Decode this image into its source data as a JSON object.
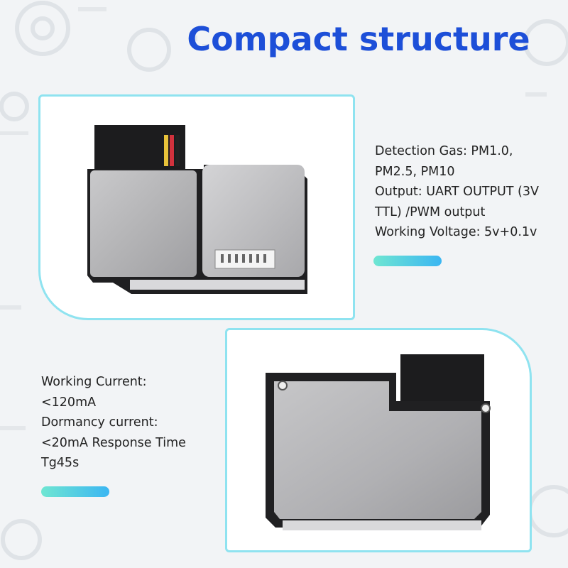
{
  "title": "Compact structure",
  "specs_right": {
    "lines": [
      "Detection Gas: PM1.0,",
      "PM2.5, PM10",
      "Output: UART OUTPUT (3V",
      "TTL) /PWM output",
      "Working Voltage: 5v+0.1v"
    ]
  },
  "specs_left": {
    "lines": [
      "Working Current:",
      "<120mA",
      "Dormancy current:",
      "<20mA Response Time",
      "Tg45s"
    ]
  },
  "colors": {
    "title": "#1d4fd8",
    "card_border": "#8fe3f0",
    "accent_start": "#6fe6d2",
    "accent_end": "#3bb6f2"
  }
}
